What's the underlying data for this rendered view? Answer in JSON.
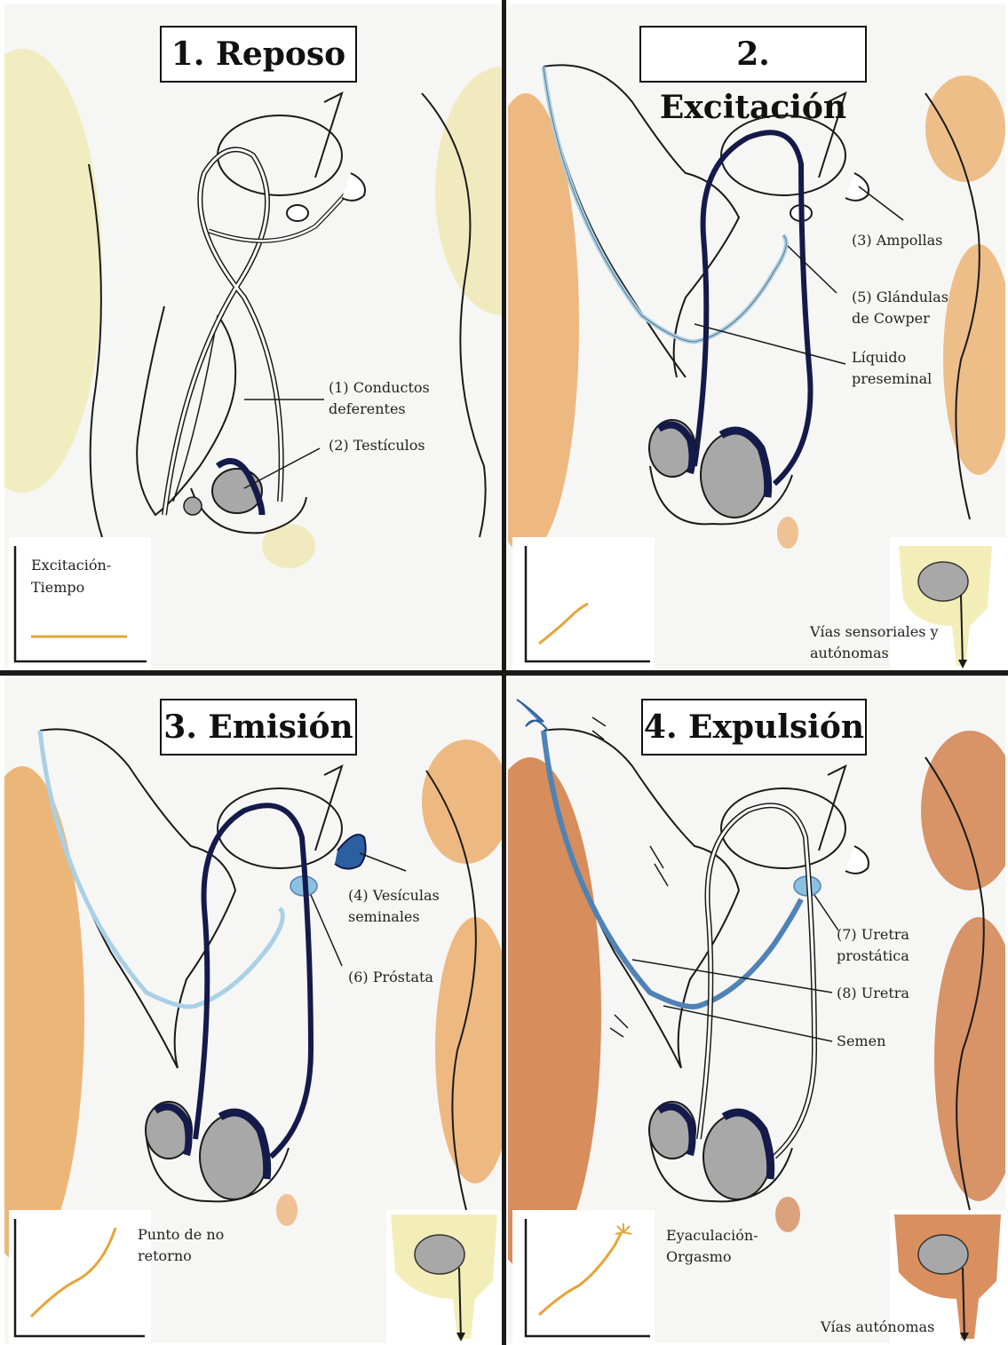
{
  "panels": [
    {
      "title": "1. Reposo",
      "labels": [
        "(1) Conductos",
        "deferentes",
        "(2) Testículos"
      ],
      "graph": {
        "axis_label_1": "Excitación-",
        "axis_label_2": "Tiempo",
        "curve": "flat"
      }
    },
    {
      "title": "2. Excitación",
      "labels": [
        "(3) Ampollas",
        "(5) Glándulas",
        "de Cowper",
        "Líquido",
        "preseminal"
      ],
      "graph": {
        "curve": "rising"
      },
      "brain_caption": [
        "Vías sensoriales y",
        "autónomas"
      ]
    },
    {
      "title": "3. Emisión",
      "labels": [
        "(4) Vesículas",
        "seminales",
        "(6) Próstata"
      ],
      "graph": {
        "note_1": "Punto de no",
        "note_2": "retorno",
        "curve": "steep"
      }
    },
    {
      "title": "4. Expulsión",
      "labels": [
        "(7) Uretra",
        "prostática",
        "(8) Uretra",
        "Semen"
      ],
      "graph": {
        "note_1": "Eyaculación-",
        "note_2": "Orgasmo",
        "curve": "peak"
      },
      "brain_caption": [
        "Vías autónomas"
      ]
    }
  ],
  "colors": {
    "dark_duct": "#141a4a",
    "light_duct": "#a9d0e6",
    "mid_duct": "#4f83b6",
    "gland_blue": "#8cc0df",
    "testis_gray": "#a8a8a8",
    "wash_yellow": "#f2ecb0",
    "wash_orange": "#eaa050",
    "wash_deep": "#cc6a2a",
    "curve": "#e6a53a"
  }
}
